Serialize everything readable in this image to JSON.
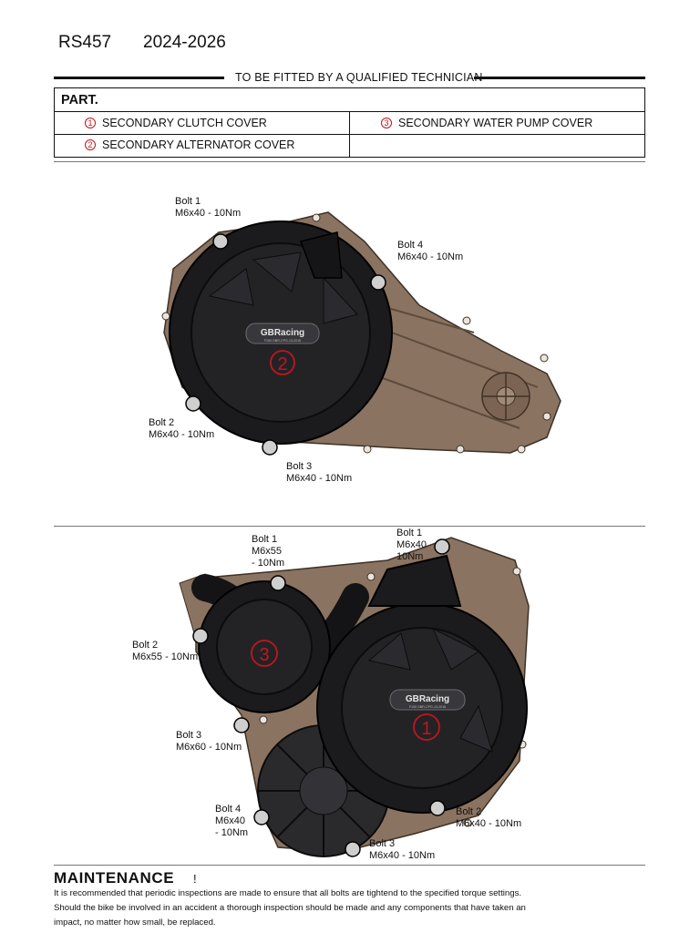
{
  "header": {
    "model": "RS457",
    "years": "2024-2026"
  },
  "fitting_note": "TO BE FITTED BY A QUALIFIED TECHNICIAN",
  "parts": {
    "title": "PART.",
    "items": [
      {
        "num": "1",
        "label": "SECONDARY CLUTCH COVER"
      },
      {
        "num": "3",
        "label": "SECONDARY WATER PUMP COVER"
      },
      {
        "num": "2",
        "label": "SECONDARY ALTERNATOR COVER"
      }
    ]
  },
  "figure1": {
    "brand": "GBRacing",
    "part_code": "F150 GBR-CPG-13-2016",
    "marker": "2",
    "bolts": [
      {
        "name": "Bolt 1",
        "spec": "M6x40 - 10Nm"
      },
      {
        "name": "Bolt 4",
        "spec": "M6x40 - 10Nm"
      },
      {
        "name": "Bolt 2",
        "spec": "M6x40 - 10Nm"
      },
      {
        "name": "Bolt 3",
        "spec": "M6x40 - 10Nm"
      }
    ]
  },
  "figure2": {
    "brand": "GBRacing",
    "part_code": "F150 GBR-CPG-13-2016",
    "markers": [
      "1",
      "3"
    ],
    "bolts": [
      {
        "text": "Bolt 1\nM6x55\n - 10Nm"
      },
      {
        "text": "Bolt 1\nM6x40\n10Nm"
      },
      {
        "text": "Bolt 2\nM6x55 - 10Nm"
      },
      {
        "text": "Bolt 3\nM6x60 - 10Nm"
      },
      {
        "text": "Bolt 4\nM6x40\n - 10Nm"
      },
      {
        "text": "Bolt 3\nM6x40 - 10Nm"
      },
      {
        "text": "Bolt 2\nM6x40 - 10Nm"
      }
    ]
  },
  "maintenance": {
    "title": "MAINTENANCE",
    "symbol": "!",
    "lines": [
      "It is recommended that periodic inspections are made to ensure that all bolts are tightend to the specified torque settings.",
      "Should the bike be involved in an accident a thorough inspection should be made and any components that have taken an",
      "impact, no matter how small, be replaced."
    ]
  },
  "colors": {
    "accent_red": "#c0161d",
    "cover_black": "#1b1b1d",
    "casing_bronze": "#8a7360"
  }
}
